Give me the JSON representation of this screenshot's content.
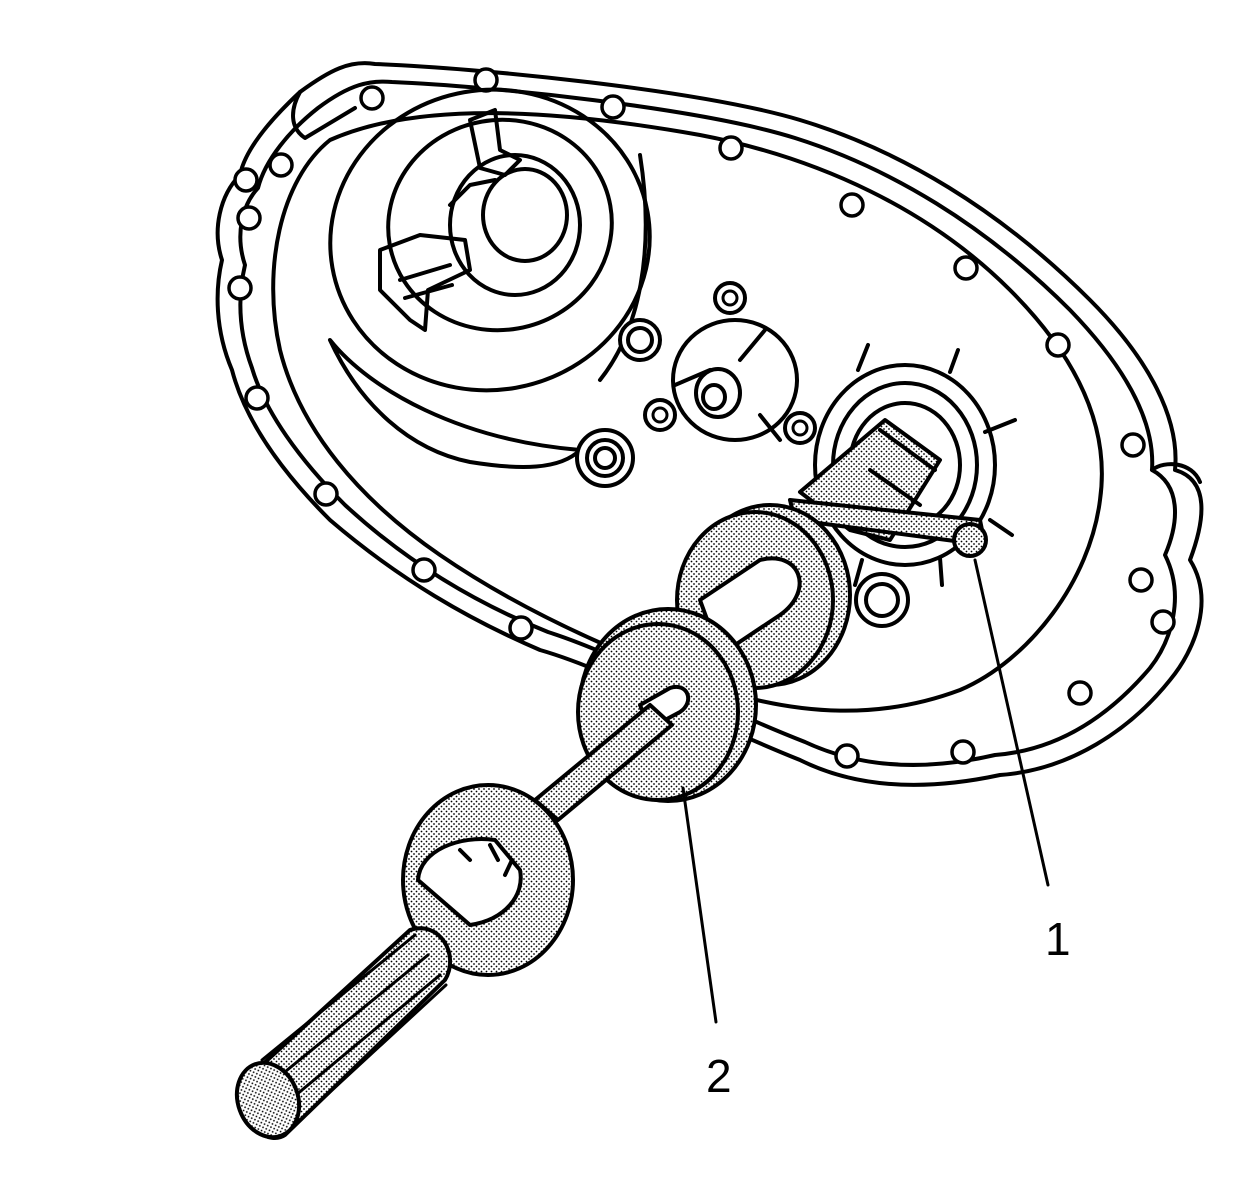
{
  "diagram": {
    "callouts": [
      {
        "id": "1",
        "text": "1"
      },
      {
        "id": "2",
        "text": "2"
      }
    ]
  },
  "colors": {
    "line": "#000000",
    "background": "#ffffff",
    "stipple": "#000000"
  }
}
